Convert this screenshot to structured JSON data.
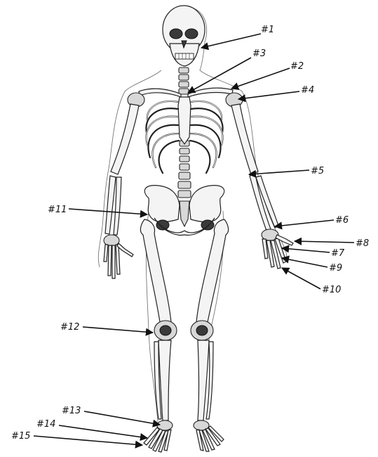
{
  "labels": [
    {
      "id": "l1",
      "text": "#1"
    },
    {
      "id": "l2",
      "text": "#2"
    },
    {
      "id": "l3",
      "text": "#3"
    },
    {
      "id": "l4",
      "text": "#4"
    },
    {
      "id": "l5",
      "text": "#5"
    },
    {
      "id": "l6",
      "text": "#6"
    },
    {
      "id": "l7",
      "text": "#7"
    },
    {
      "id": "l8",
      "text": "#8"
    },
    {
      "id": "l9",
      "text": "#9"
    },
    {
      "id": "l10",
      "text": "#10"
    },
    {
      "id": "l11",
      "text": "#11"
    },
    {
      "id": "l12",
      "text": "#12"
    },
    {
      "id": "l13",
      "text": "#13"
    },
    {
      "id": "l14",
      "text": "#14"
    },
    {
      "id": "l15",
      "text": "#15"
    }
  ]
}
